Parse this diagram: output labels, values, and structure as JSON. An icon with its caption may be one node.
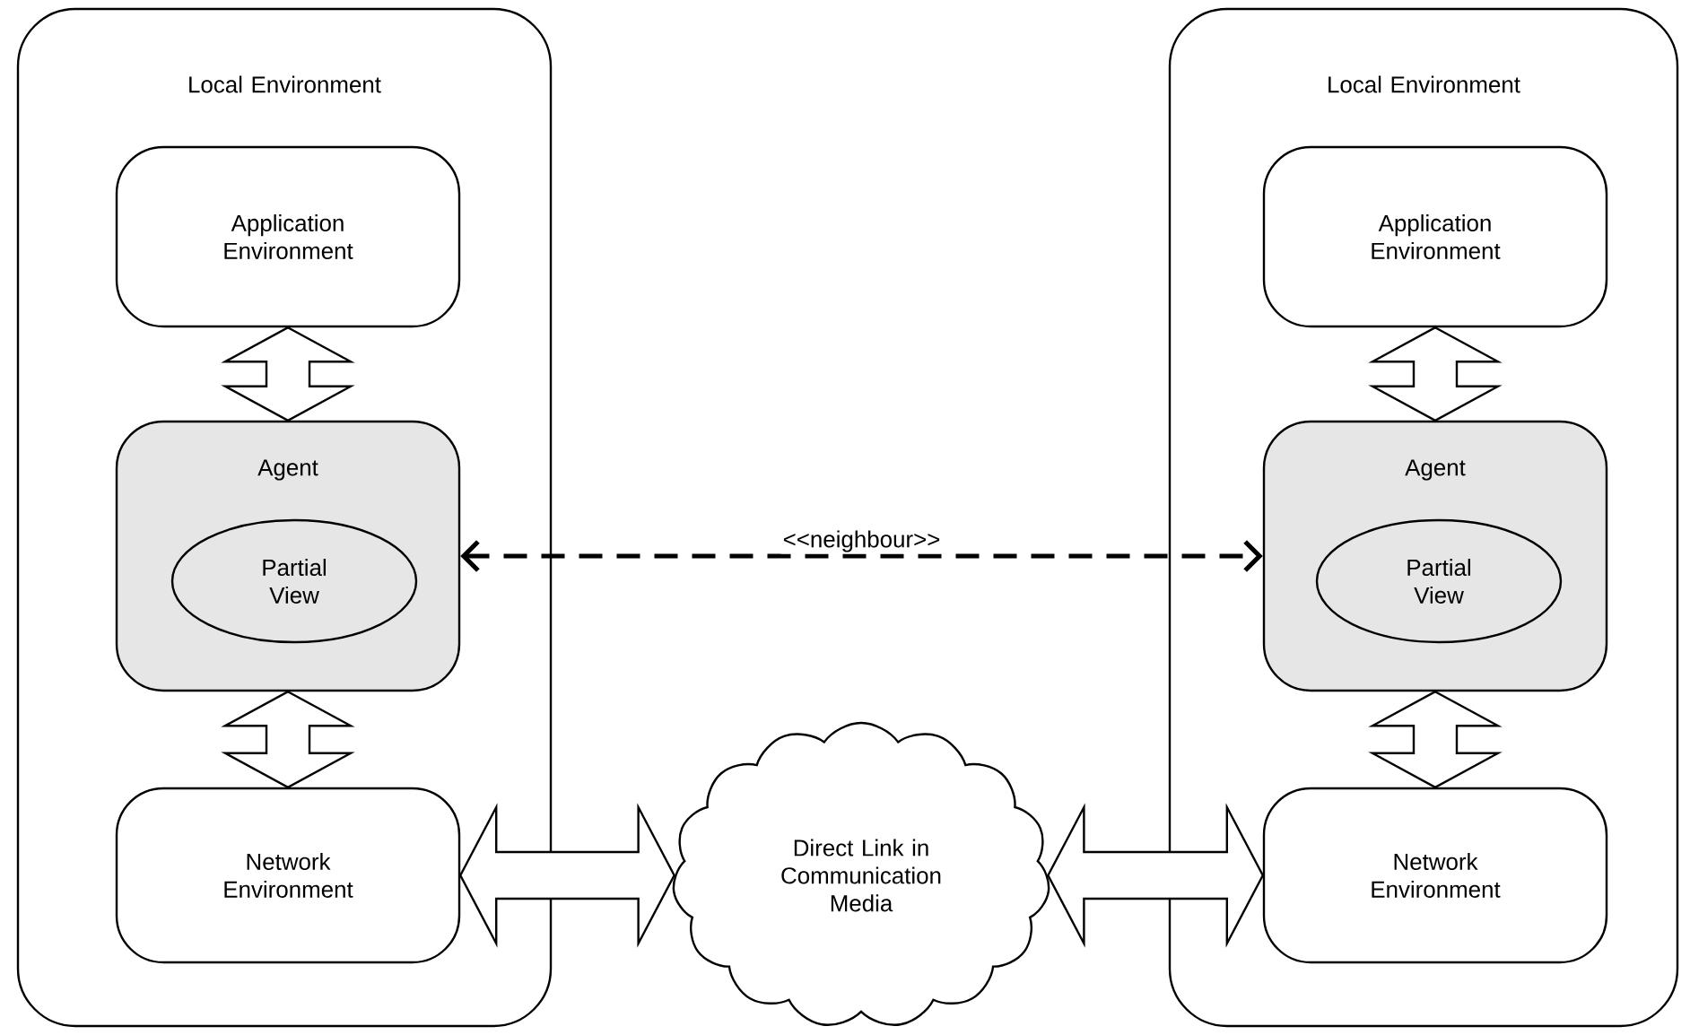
{
  "diagram": {
    "nodes": [
      {
        "text": [
          "Local Environment"
        ]
      },
      {
        "text": [
          "Application Environment"
        ],
        "in": 0
      },
      {
        "text": [
          "Agent"
        ],
        "in": 0
      },
      {
        "text": [
          "Partial View"
        ],
        "in": 2
      },
      {
        "text": [
          "Network Environment"
        ],
        "in": 0
      },
      {
        "text": [
          "Direct Link in Communication Media"
        ]
      },
      {
        "text": [
          "Local Environment"
        ]
      },
      {
        "text": [
          "Application Environment"
        ],
        "in": 6
      },
      {
        "text": [
          "Agent"
        ],
        "in": 6
      },
      {
        "text": [
          "Partial View"
        ],
        "in": 8
      },
      {
        "text": [
          "Network Environment"
        ],
        "in": 6
      }
    ],
    "edges": [
      {
        "from": 1,
        "to": 2,
        "arrow": "both"
      },
      {
        "from": 2,
        "to": 4,
        "arrow": "both"
      },
      {
        "from": 7,
        "to": 8,
        "arrow": "both"
      },
      {
        "from": 8,
        "to": 10,
        "arrow": "both"
      },
      {
        "from": 4,
        "to": 5,
        "arrow": "both"
      },
      {
        "from": 5,
        "to": 10,
        "arrow": "both"
      },
      {
        "from": 2,
        "to": 8,
        "arrow": "both",
        "label": "<<neighbour>>",
        "style": "dashed"
      }
    ]
  }
}
